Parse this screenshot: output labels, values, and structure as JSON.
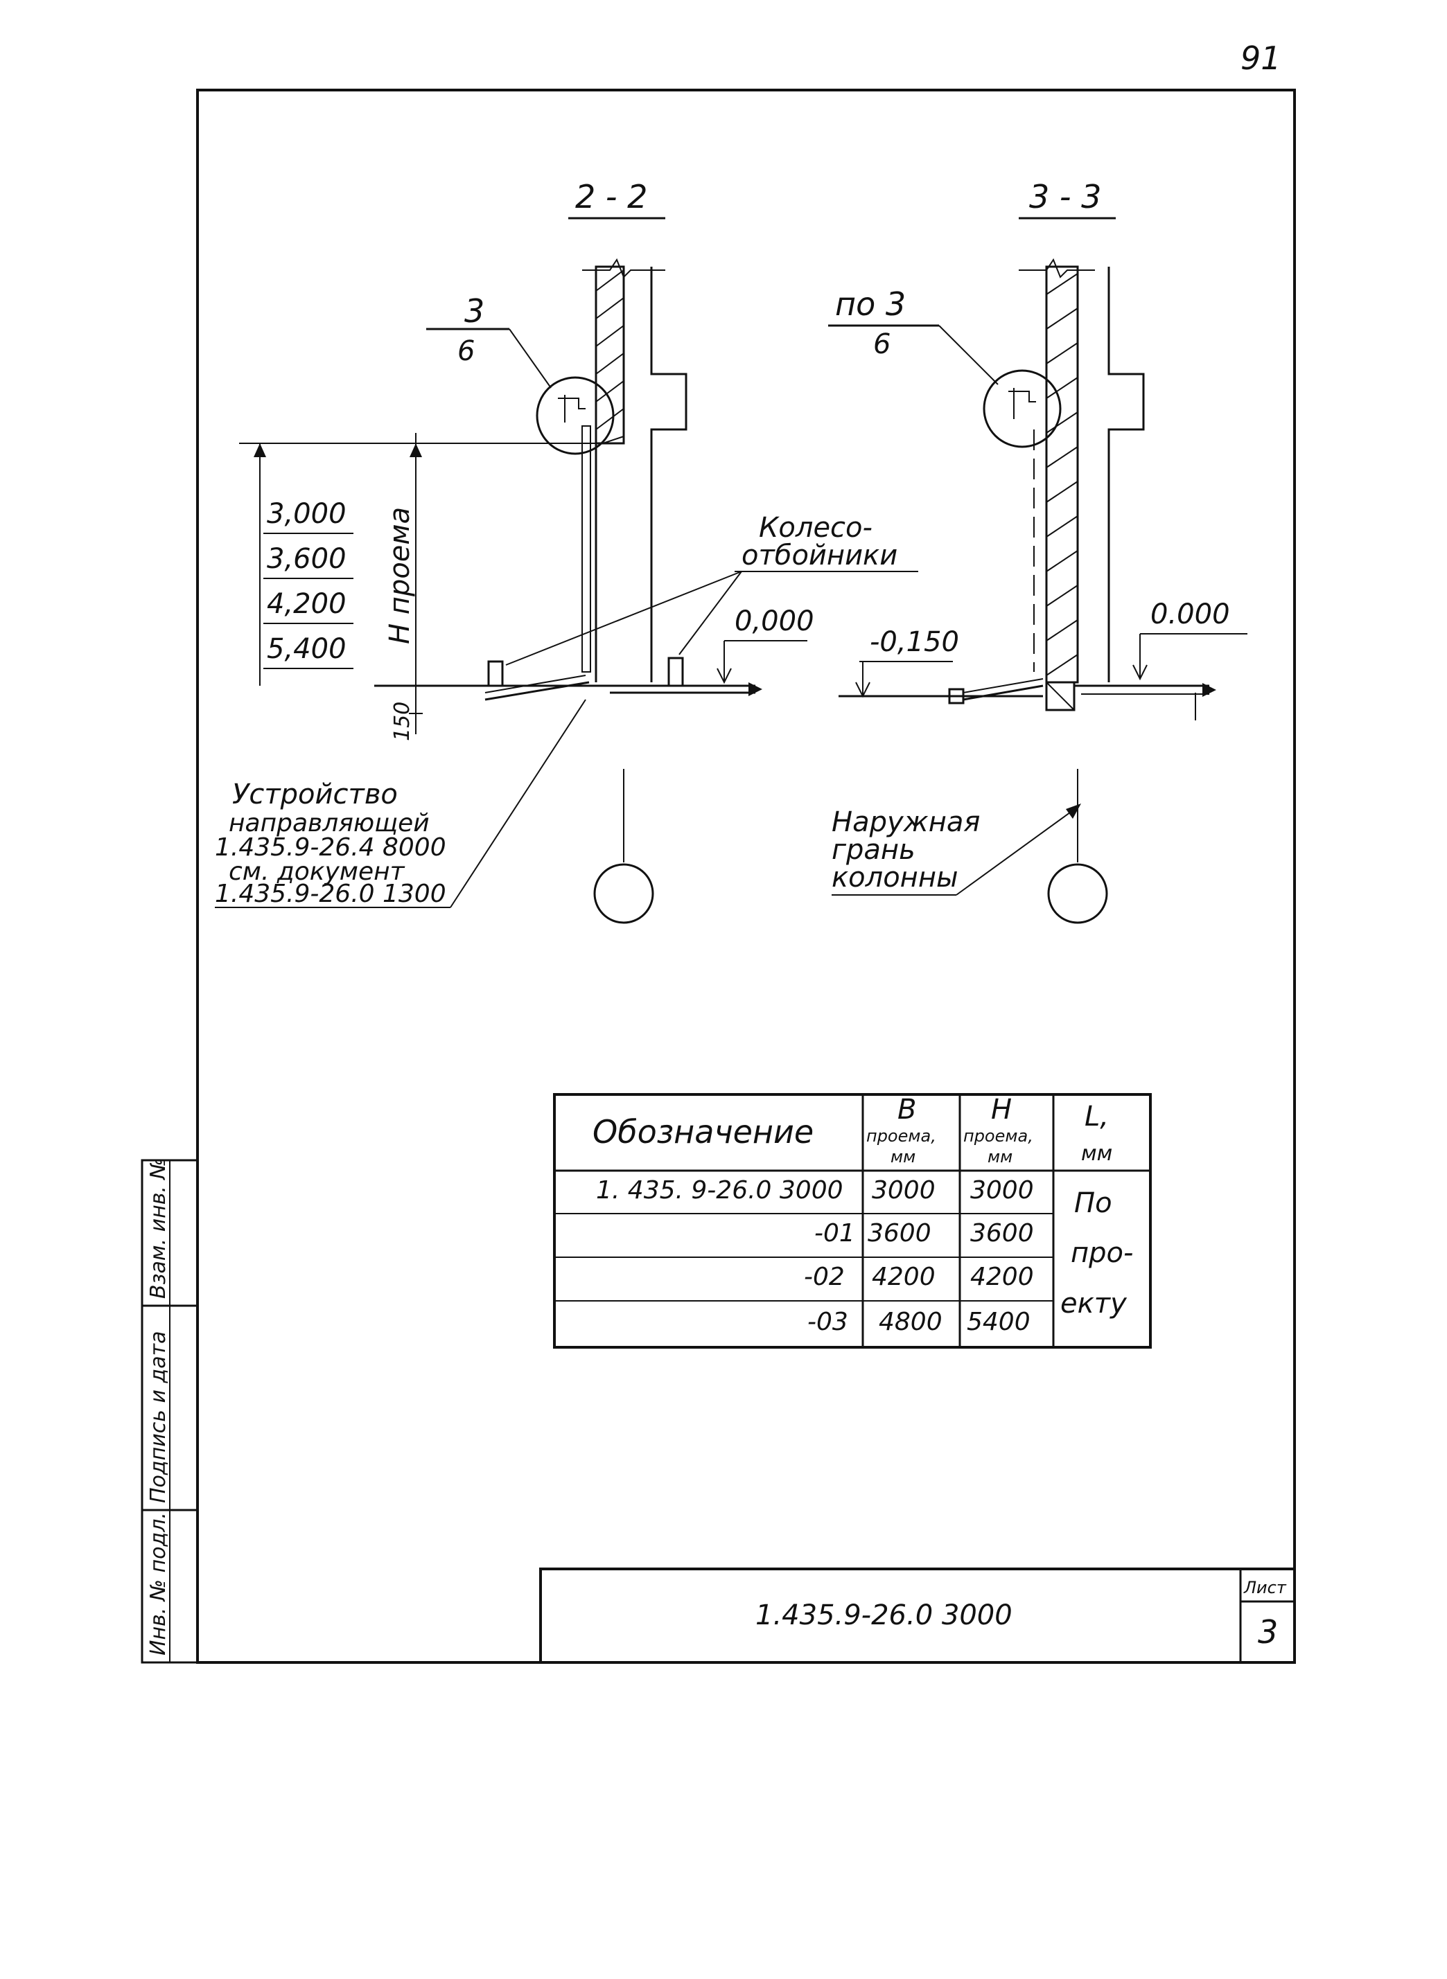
{
  "page_number": "91",
  "sections": {
    "left_title": "2 - 2",
    "right_title": "3 - 3"
  },
  "callouts": {
    "left_node_num": "3",
    "left_node_den": "6",
    "right_node_num": "по 3",
    "right_node_den": "6"
  },
  "heights": [
    "3,000",
    "3,600",
    "4,200",
    "5,400"
  ],
  "labels": {
    "h_opening": "H проема",
    "dim_150": "150",
    "bumpers_line1": "Колесо-",
    "bumpers_line2": "отбойники",
    "level_left": "0,000",
    "level_right_minus": "-0,150",
    "level_right": "0.000",
    "guide_device_lines": [
      "Устройство",
      "направляющей",
      "1.435.9-26.4 8000",
      "см. документ",
      "1.435.9-26.0 1300"
    ],
    "column_face_lines": [
      "Наружная",
      "грань",
      "колонны"
    ]
  },
  "table": {
    "headers": {
      "designation": "Обозначение",
      "b_top": "B",
      "b_mid": "проема,",
      "b_unit": "мм",
      "h_top": "H",
      "h_mid": "проема,",
      "h_unit": "мм",
      "l_top": "L,",
      "l_unit": "мм"
    },
    "rows": [
      {
        "designation": "1. 435. 9-26.0 3000",
        "b": "3000",
        "h": "3000"
      },
      {
        "designation": "-01",
        "b": "3600",
        "h": "3600"
      },
      {
        "designation": "-02",
        "b": "4200",
        "h": "4200"
      },
      {
        "designation": "-03",
        "b": "4800",
        "h": "5400"
      }
    ],
    "l_note_lines": [
      "По",
      "про-",
      "екту"
    ]
  },
  "title_block": {
    "document_code": "1.435.9-26.0 3000",
    "sheet_label": "Лист",
    "sheet_number": "3"
  },
  "side_stamp": {
    "field1": "Инв. № подл.",
    "field2": "Подпись и дата",
    "field3": "Взам. инв. №"
  }
}
